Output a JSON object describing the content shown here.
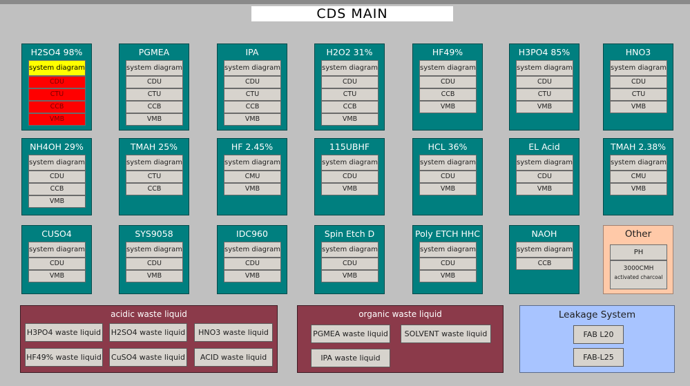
{
  "title": "CDS  MAIN",
  "colors": {
    "background": "#c0c0c0",
    "panel": "#007f7f",
    "button": "#d7d3cd",
    "highlight_yellow": "#ffff00",
    "alarm_red": "#ff0000",
    "other_panel": "#ffc9a8",
    "waste_group": "#8b3a4a",
    "leakage_group": "#a8c4ff"
  },
  "row1": [
    {
      "name": "H2SO4 98%",
      "buttons": [
        "system diagram",
        "CDU",
        "CTU",
        "CCB",
        "VMB"
      ]
    },
    {
      "name": "PGMEA",
      "buttons": [
        "system diagram",
        "CDU",
        "CTU",
        "CCB",
        "VMB"
      ]
    },
    {
      "name": "IPA",
      "buttons": [
        "system diagram",
        "CDU",
        "CTU",
        "CCB",
        "VMB"
      ]
    },
    {
      "name": "H2O2 31%",
      "buttons": [
        "system diagram",
        "CDU",
        "CTU",
        "CCB",
        "VMB"
      ]
    },
    {
      "name": "HF49%",
      "buttons": [
        "system diagram",
        "CDU",
        "CCB",
        "VMB"
      ]
    },
    {
      "name": "H3PO4 85%",
      "buttons": [
        "system diagram",
        "CDU",
        "CTU",
        "VMB"
      ]
    },
    {
      "name": "HNO3",
      "buttons": [
        "system diagram",
        "CDU",
        "CTU",
        "VMB"
      ]
    }
  ],
  "row2": [
    {
      "name": "NH4OH 29%",
      "buttons": [
        "system diagram",
        "CDU",
        "CCB",
        "VMB"
      ]
    },
    {
      "name": "TMAH 25%",
      "buttons": [
        "system diagram",
        "CTU",
        "CCB"
      ]
    },
    {
      "name": "HF 2.45%",
      "buttons": [
        "system diagram",
        "CMU",
        "VMB"
      ]
    },
    {
      "name": "115UBHF",
      "buttons": [
        "system diagram",
        "CDU",
        "VMB"
      ]
    },
    {
      "name": "HCL 36%",
      "buttons": [
        "system diagram",
        "CDU",
        "VMB"
      ]
    },
    {
      "name": "EL Acid",
      "buttons": [
        "system diagram",
        "CDU",
        "VMB"
      ]
    },
    {
      "name": "TMAH 2.38%",
      "buttons": [
        "system diagram",
        "CMU",
        "VMB"
      ]
    }
  ],
  "row3": [
    {
      "name": "CUSO4",
      "buttons": [
        "system diagram",
        "CDU",
        "VMB"
      ]
    },
    {
      "name": "SYS9058",
      "buttons": [
        "system diagram",
        "CDU",
        "VMB"
      ]
    },
    {
      "name": "IDC960",
      "buttons": [
        "system diagram",
        "CDU",
        "VMB"
      ]
    },
    {
      "name": "Spin Etch D",
      "buttons": [
        "system diagram",
        "CDU",
        "VMB"
      ]
    },
    {
      "name": "Poly ETCH HHC",
      "buttons": [
        "system diagram",
        "CDU",
        "VMB"
      ]
    },
    {
      "name": "NAOH",
      "buttons": [
        "system diagram",
        "CCB"
      ]
    }
  ],
  "other": {
    "name": "Other",
    "button1": "PH",
    "button2_line1": "3000CMH",
    "button2_line2": "activated charcoal"
  },
  "acidic": {
    "title": "acidic waste liquid",
    "buttons": [
      "H3PO4 waste liquid",
      "H2SO4 waste liquid",
      "HNO3 waste liquid",
      "HF49% waste liquid",
      "CuSO4 waste liquid",
      "ACID waste liquid"
    ]
  },
  "organic": {
    "title": "organic waste liquid",
    "buttons": [
      "PGMEA waste liquid",
      "SOLVENT waste liquid",
      "IPA waste liquid"
    ]
  },
  "leakage": {
    "title": "Leakage System",
    "buttons": [
      "FAB L20",
      "FAB-L25"
    ]
  }
}
